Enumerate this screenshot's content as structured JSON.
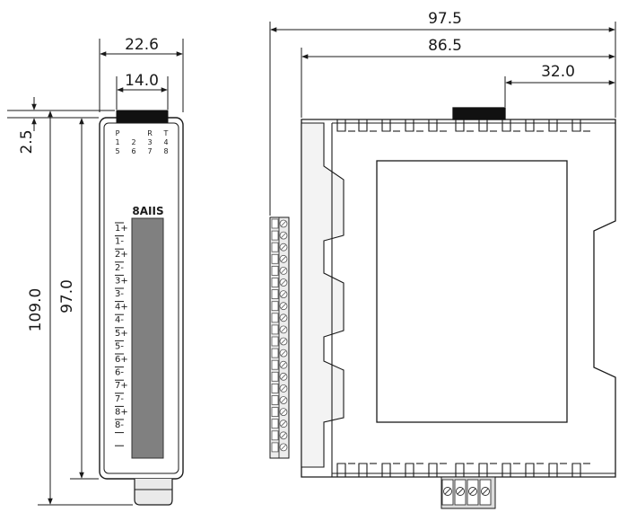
{
  "dimensions": {
    "front_width": "22.6",
    "front_connector_width": "14.0",
    "top_offset": "2.5",
    "total_height": "109.0",
    "body_height": "97.0",
    "side_total_depth": "97.5",
    "side_body_depth": "86.5",
    "side_connector_offset": "32.0"
  },
  "front_panel": {
    "model": "8AIIS",
    "led_columns": [
      [
        "P",
        "1",
        "5"
      ],
      [
        "",
        "2",
        "6"
      ],
      [
        "R",
        "3",
        "7"
      ],
      [
        "T",
        "4",
        "8"
      ]
    ],
    "terminal_labels": [
      "1+",
      "1-",
      "2+",
      "2-",
      "3+",
      "3-",
      "4+",
      "4-",
      "5+",
      "5-",
      "6+",
      "6-",
      "7+",
      "7-",
      "8+",
      "8-",
      "",
      ""
    ]
  },
  "colors": {
    "line": "#1a1a1a",
    "body_fill": "#ffffff",
    "label_window": "#808080",
    "connector": "#111111",
    "shadow": "#d0d0d0"
  }
}
